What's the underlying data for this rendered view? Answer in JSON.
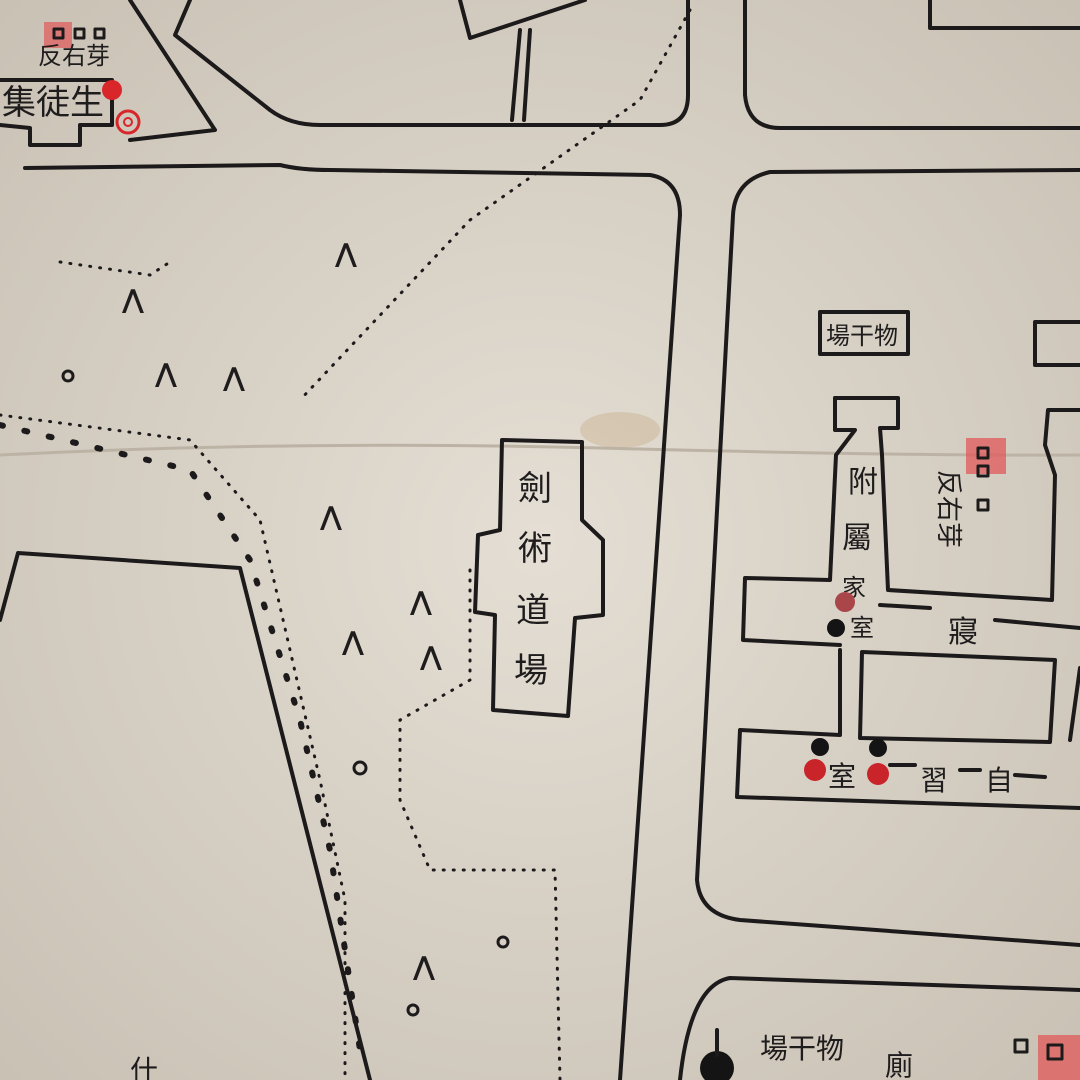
{
  "map": {
    "labels": {
      "stone_top_left": "反右芽",
      "student_hall": "集徒生",
      "drying_place_top": "場干物",
      "kendo_hall": [
        "劍",
        "術",
        "道",
        "場"
      ],
      "annex": [
        "附",
        "屬",
        "家",
        "室"
      ],
      "stone_right": "反右芽",
      "dormitory": "寢",
      "study_room": [
        "室",
        "習",
        "自"
      ],
      "drying_place_bottom": "場干物",
      "toilet": "廁",
      "bottom_left": "什"
    },
    "tree_symbol": "⋀",
    "colors": {
      "paper": "#d8d1c6",
      "ink": "#1c1a1a",
      "red_stamp": "#d8262a"
    }
  }
}
